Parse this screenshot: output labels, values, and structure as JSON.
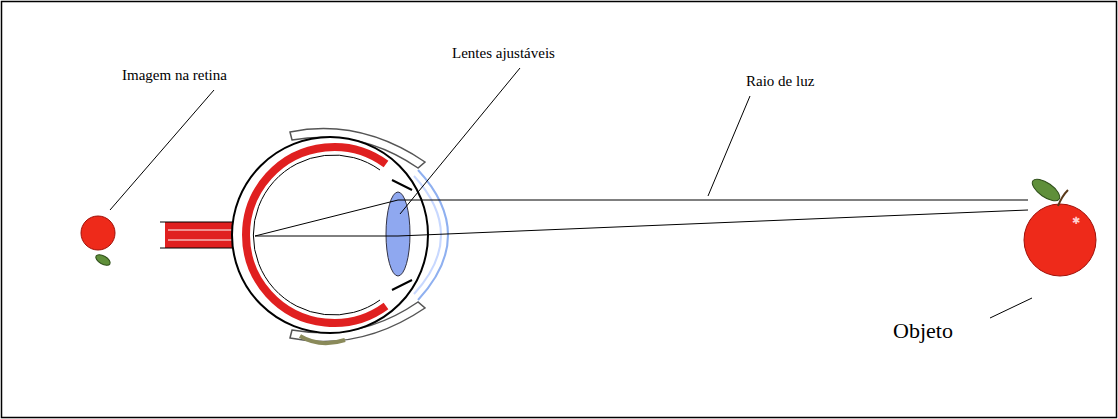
{
  "diagram": {
    "labels": [
      "Imagem na retina",
      "Lentes ajustáveis",
      "Raio de luz",
      "Objeto"
    ]
  }
}
